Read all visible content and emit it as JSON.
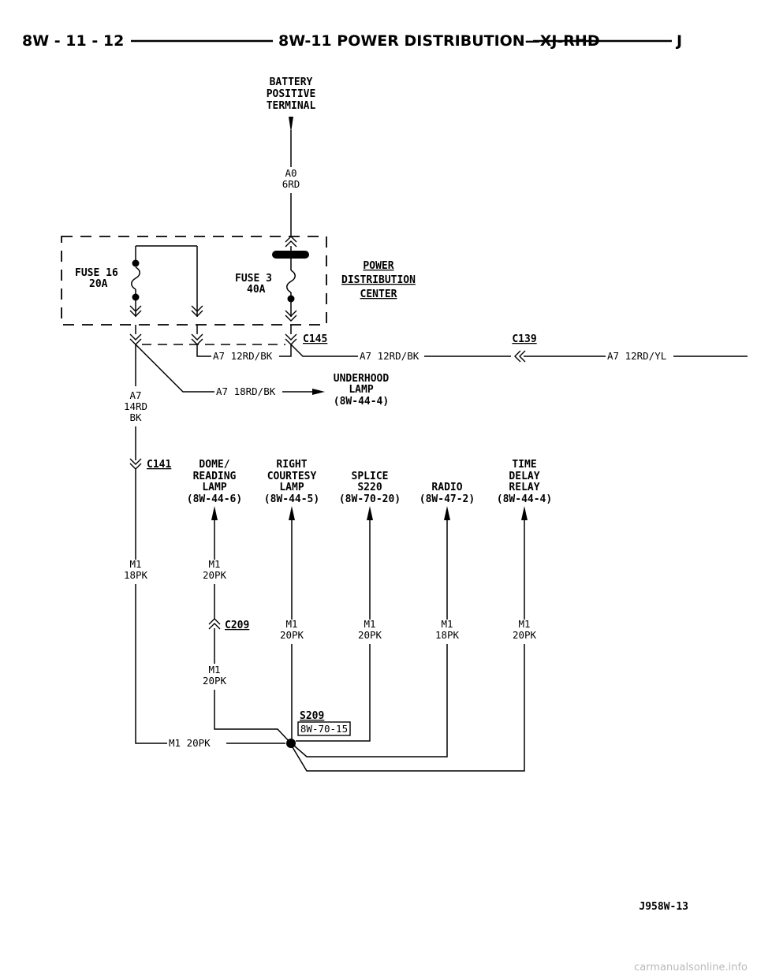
{
  "header": {
    "page_number": "8W - 11 - 12",
    "title": "8W-11 POWER DISTRIBUTION—XJ-RHD",
    "model_code": "J"
  },
  "battery": {
    "line1": "BATTERY",
    "line2": "POSITIVE",
    "line3": "TERMINAL"
  },
  "wire_a0": {
    "circuit": "A0",
    "gauge_color": "6RD"
  },
  "fuse16": {
    "name": "FUSE 16",
    "rating": "20A"
  },
  "fuse3": {
    "name": "FUSE 3",
    "rating": "40A"
  },
  "pdc": {
    "line1": "POWER",
    "line2": "DISTRIBUTION",
    "line3": "CENTER"
  },
  "connectors": {
    "c145": "C145",
    "c139": "C139",
    "c141": "C141",
    "c209": "C209"
  },
  "wire_labels": {
    "a7_12rd_bk_left": "A7 12RD/BK",
    "a7_12rd_bk_right": "A7 12RD/BK",
    "a7_12rd_yl": "A7 12RD/YL",
    "a7_18rd_bk": "A7 18RD/BK",
    "m1_20pk_bottom": "M1 20PK"
  },
  "a7_14rd_bk": {
    "line1": "A7",
    "line2": "14RD",
    "line3": "BK"
  },
  "underhood": {
    "line1": "UNDERHOOD",
    "line2": "LAMP",
    "line3": "(8W-44-4)"
  },
  "destinations": {
    "dome": {
      "line1": "DOME/",
      "line2": "READING",
      "line3": "LAMP",
      "line4": "(8W-44-6)"
    },
    "courtesy": {
      "line1": "RIGHT",
      "line2": "COURTESY",
      "line3": "LAMP",
      "line4": "(8W-44-5)"
    },
    "splice": {
      "line1": "SPLICE",
      "line2": "S220",
      "line3": "(8W-70-20)"
    },
    "radio": {
      "line1": "RADIO",
      "line2": "(8W-47-2)"
    },
    "delay": {
      "line1": "TIME",
      "line2": "DELAY",
      "line3": "RELAY",
      "line4": "(8W-44-4)"
    }
  },
  "m1_wires": {
    "main": {
      "circuit": "M1",
      "gauge_color": "18PK"
    },
    "dome_upper": {
      "circuit": "M1",
      "gauge_color": "20PK"
    },
    "dome_lower": {
      "circuit": "M1",
      "gauge_color": "20PK"
    },
    "courtesy": {
      "circuit": "M1",
      "gauge_color": "20PK"
    },
    "splice": {
      "circuit": "M1",
      "gauge_color": "20PK"
    },
    "radio": {
      "circuit": "M1",
      "gauge_color": "18PK"
    },
    "delay": {
      "circuit": "M1",
      "gauge_color": "20PK"
    }
  },
  "splice_s209": {
    "name": "S209",
    "ref": "8W-70-15"
  },
  "figure_code": "J958W-13",
  "watermark": "carmanualsonline.info",
  "colors": {
    "ink": "#000000",
    "watermark": "#b9b9b9"
  }
}
